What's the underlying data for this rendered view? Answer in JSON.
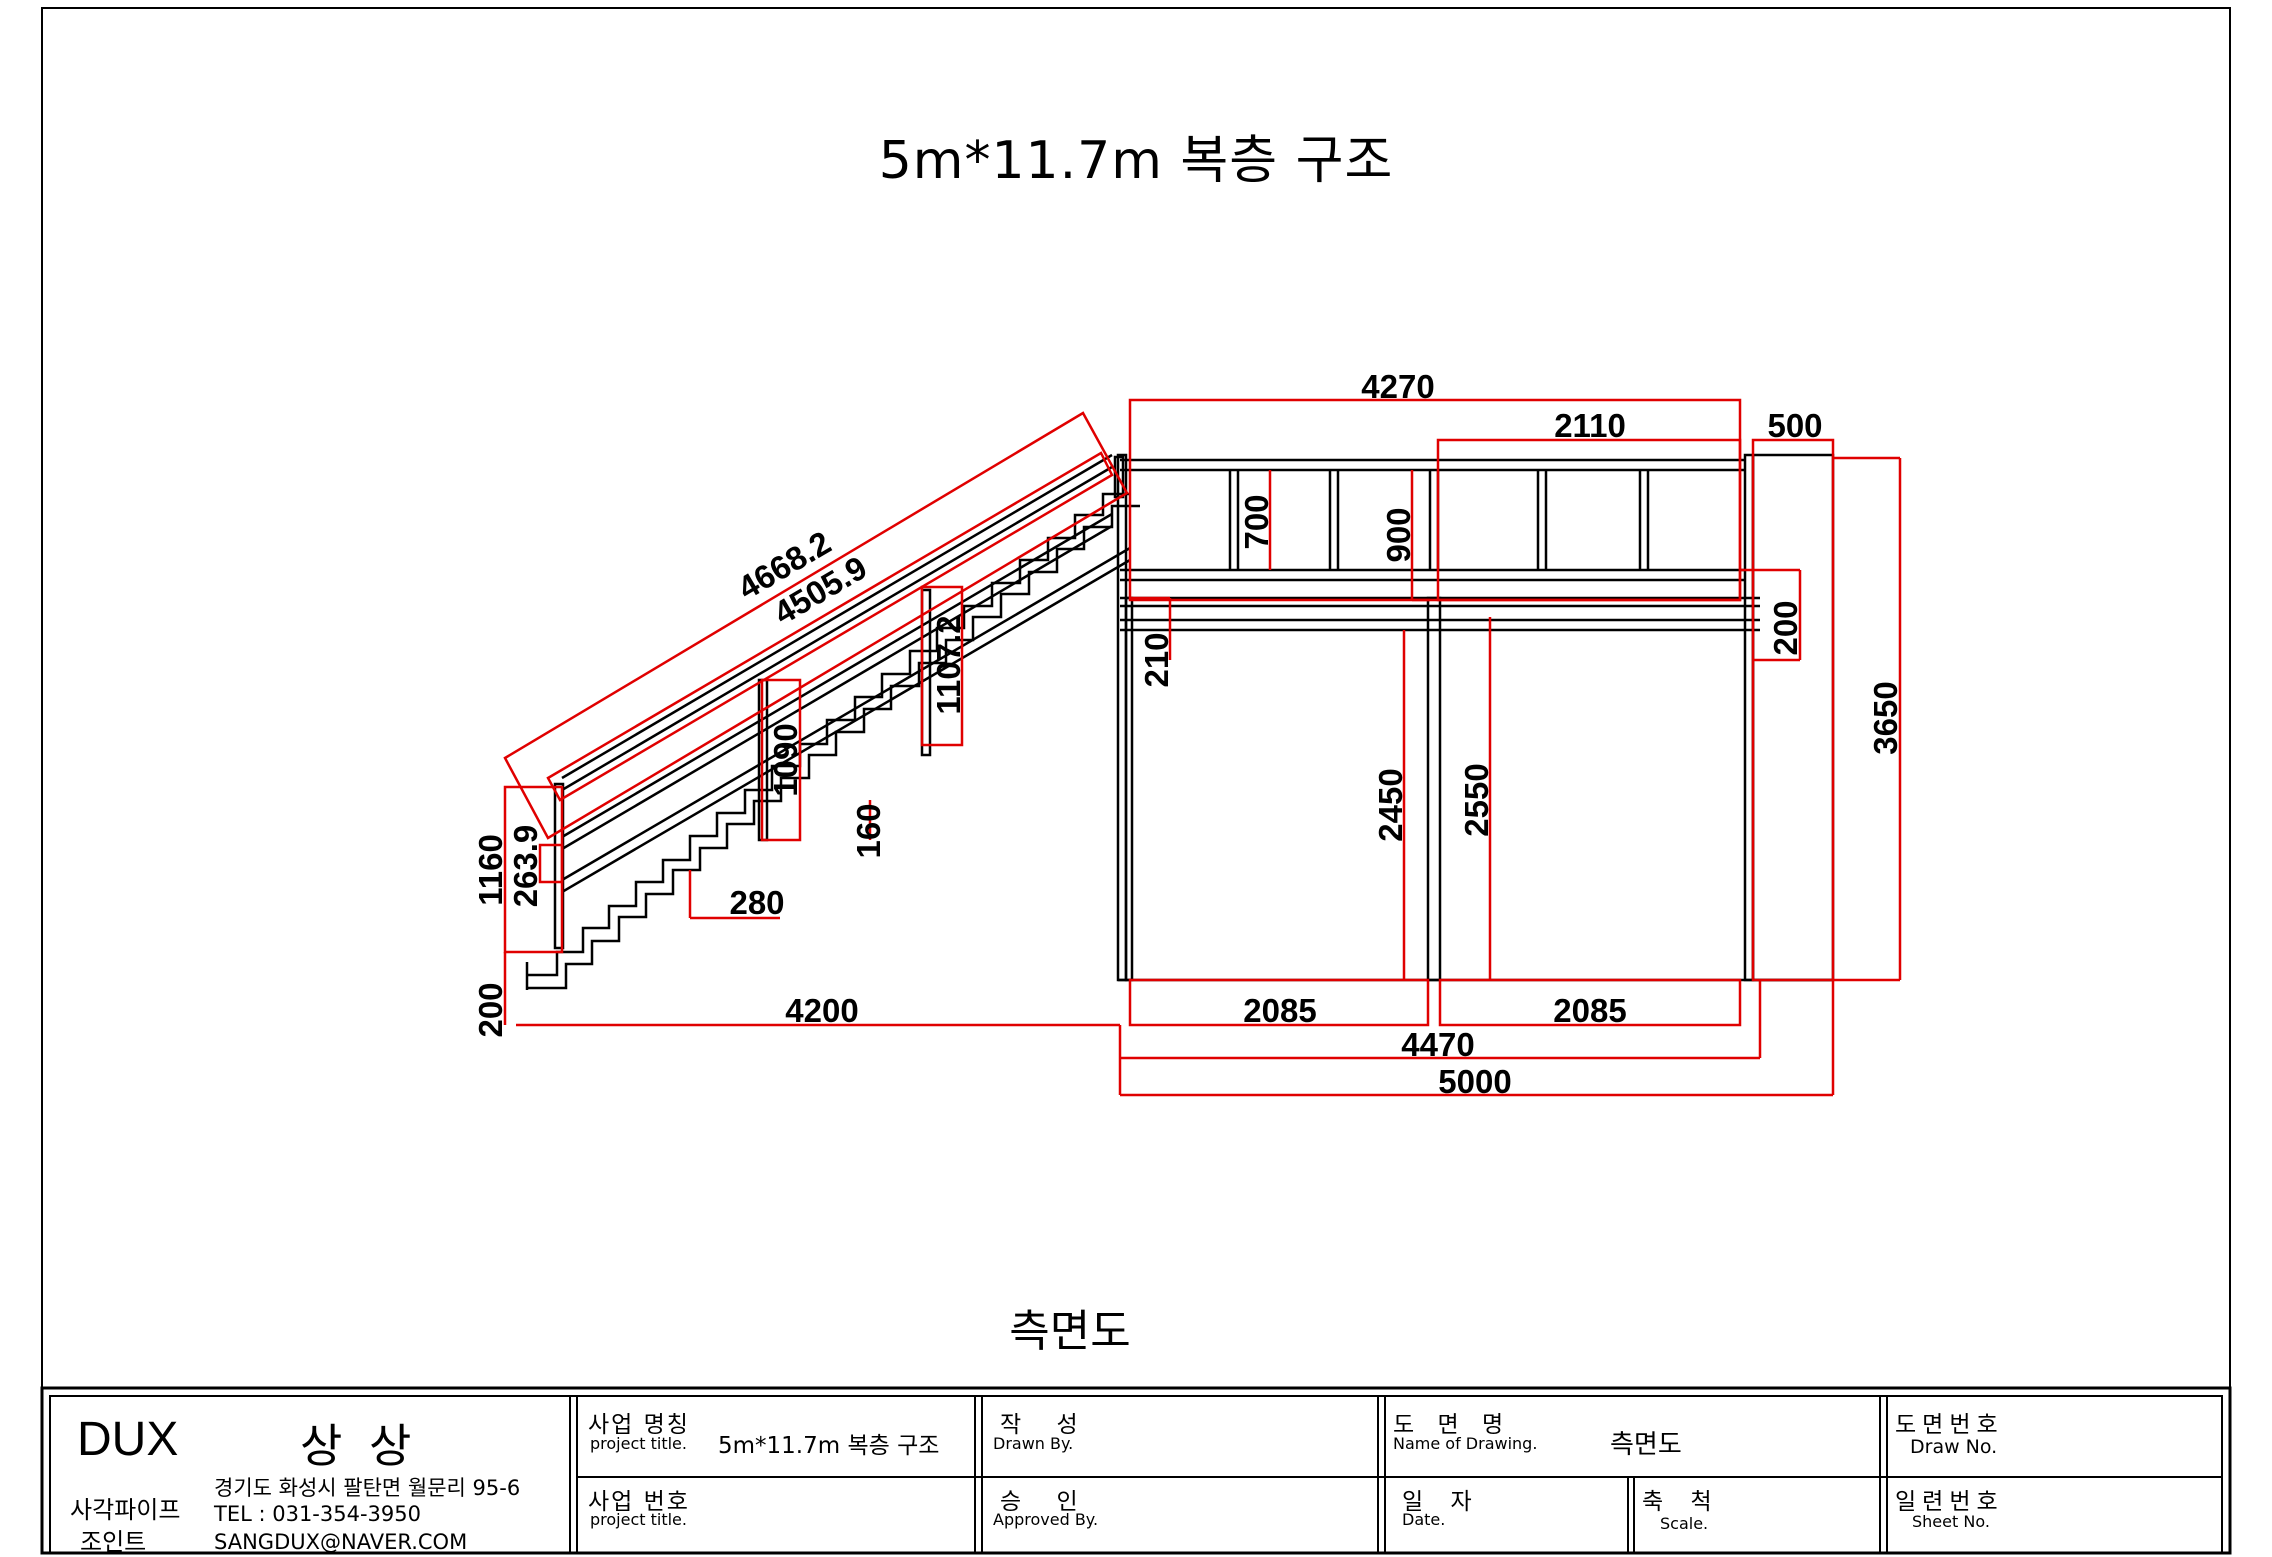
{
  "title": "5m*11.7m 복층 구조",
  "view_caption": "측면도",
  "dimensions": {
    "top_total": "4270",
    "top_right": "2110",
    "top_end": "500",
    "stair_outer": "4668.2",
    "stair_inner": "4505.9",
    "post_h1": "1107.2",
    "post_h2": "1090",
    "rail_700": "700",
    "rail_900": "900",
    "beam_210": "210",
    "beam_200": "200",
    "height_3650": "3650",
    "height_2450": "2450",
    "height_2550": "2550",
    "stair_1160": "1160",
    "stair_263": "263.9",
    "step_160": "160",
    "step_280": "280",
    "base_200": "200",
    "run_4200": "4200",
    "bay1_2085": "2085",
    "bay2_2085": "2085",
    "span_4470": "4470",
    "total_5000": "5000"
  },
  "title_block": {
    "company_name": "DUX",
    "company_korean": "상 상",
    "company_line1": "사각파이프",
    "company_line2": "조인트",
    "address": "경기도 화성시 팔탄면 월문리 95-6",
    "tel": "TEL : 031-354-3950",
    "email": "SANGDUX@NAVER.COM",
    "project_title_label": "사업 명칭",
    "project_title_sub": "project title.",
    "project_title_value": "5m*11.7m 복층 구조",
    "project_no_label": "사업 번호",
    "project_no_sub": "project title.",
    "drawn_label": "작 성",
    "drawn_sub": "Drawn By.",
    "approved_label": "승 인",
    "approved_sub": "Approved By.",
    "drawing_name_label": "도 면 명",
    "drawing_name_sub": "Name of Drawing.",
    "drawing_name_value": "측면도",
    "date_label": "일 자",
    "date_sub": "Date.",
    "scale_label": "축 척",
    "scale_sub": "Scale.",
    "draw_no_label": "도면번호",
    "draw_no_sub": "Draw No.",
    "sheet_no_label": "일련번호",
    "sheet_no_sub": "Sheet No."
  }
}
